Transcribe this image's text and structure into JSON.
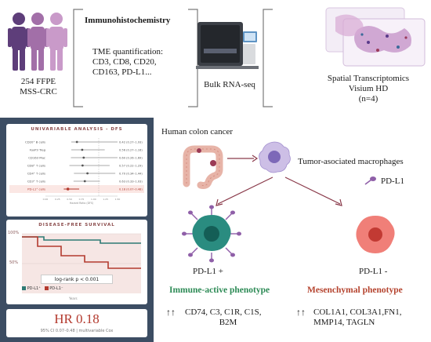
{
  "workflow": {
    "cohort": {
      "line1": "254 FFPE",
      "line2": "MSS-CRC"
    },
    "ihc": {
      "title": "Immunohistochemistry",
      "line1": "TME quantification:",
      "line2": "CD3, CD8, CD20,",
      "line3": "CD163, PD-L1..."
    },
    "bulk": "Bulk RNA-seq",
    "spatial": {
      "line1": "Spatial Transcriptomics",
      "line2": "Visium HD",
      "line3": "(n=4)"
    }
  },
  "univariable": {
    "title": "UNIVARIABLE ANALYSIS - DFS",
    "axis_label": "Hazard Ratio (DFS)",
    "ticks": [
      "0.00",
      "0.25",
      "0.50",
      "0.75",
      "1.00",
      "1.25",
      "1.50"
    ],
    "rows": [
      {
        "label": "CD20⁺ B cells",
        "value": "0.42 (0.27–1.93)",
        "hr": 0.42,
        "lo": 0.27,
        "hi": 1.93
      },
      {
        "label": "FoxP3 Treg",
        "value": "0.56 (0.27–1.16)",
        "hr": 0.56,
        "lo": 0.27,
        "hi": 1.16
      },
      {
        "label": "CD163 Mac",
        "value": "0.60 (0.26–1.69)",
        "hr": 0.6,
        "lo": 0.26,
        "hi": 1.69
      },
      {
        "label": "CD8⁺ T cells",
        "value": "0.57 (0.22–1.29)",
        "hr": 0.57,
        "lo": 0.22,
        "hi": 1.29
      },
      {
        "label": "CD4⁺ T cells",
        "value": "0.70 (0.34–1.44)",
        "hr": 0.7,
        "lo": 0.34,
        "hi": 1.44
      },
      {
        "label": "CD3⁺ T cells",
        "value": "0.63 (0.33–1.03)",
        "hr": 0.63,
        "lo": 0.33,
        "hi": 1.03
      },
      {
        "label": "PD-L1⁺ cells",
        "value": "0.18 (0.07–0.48)",
        "hr": 0.18,
        "lo": 0.07,
        "hi": 0.48,
        "highlight": true
      }
    ]
  },
  "survival": {
    "title": "DISEASE-FREE SURVIVAL",
    "y_top": "100%",
    "y_mid": "50%",
    "x_label": "Years",
    "pvalue": "log-rank p < 0.001",
    "legend": [
      {
        "name": "PD-L1⁺",
        "color": "#2f7a74"
      },
      {
        "name": "PD-L1⁻",
        "color": "#b33a2e"
      }
    ]
  },
  "hr_card": {
    "value": "HR 0.18",
    "sub": "95% CI 0.07–0.48 | multivariable Cox"
  },
  "biology": {
    "title": "Human colon cancer",
    "tam": "Tumor-asociated macrophages",
    "pdl1_key": "PD-L1",
    "pos_label": "PD-L1 +",
    "neg_label": "PD-L1 -",
    "immune": {
      "title": "Immune-active phenotype",
      "genes1": "CD74, C3, C1R, C1S,",
      "genes2": "B2M"
    },
    "mesen": {
      "title": "Mesenchymal phenotype",
      "genes1": "COL1A1, COL3A1,FN1,",
      "genes2": "MMP14, TAGLN"
    },
    "arrows": "↑↑"
  },
  "colors": {
    "immune_title": "#2c8a55",
    "mesen_title": "#b5442f",
    "panel_bg": "#3c4d63",
    "teal": "#2f7a74",
    "red": "#b33a2e",
    "purple": "#8f5fa8"
  }
}
